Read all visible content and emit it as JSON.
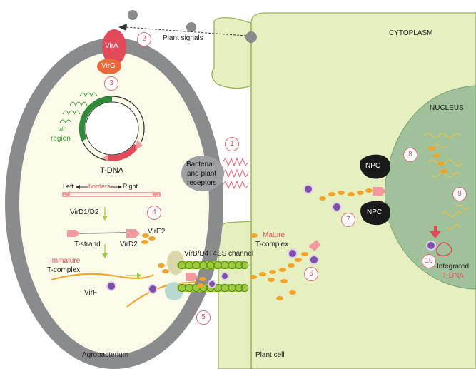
{
  "labels": {
    "plant_signals": "Plant signals",
    "cytoplasm": "CYTOPLASM",
    "nucleus": "NUCLEUS",
    "vira": "VirA",
    "virg": "VirG",
    "vir_region_1": "vir",
    "vir_region_2": "region",
    "tdna": "T-DNA",
    "border_left": "Left",
    "border_mid": "borders",
    "border_right": "Right",
    "vird1d2": "VirD1/D2",
    "tstrand": "T-strand",
    "vird2": "VirD2",
    "vire2": "VirE2",
    "immature_1": "Immature",
    "immature_2": "T-complex",
    "virf": "VirF",
    "channel": "VirB/D4T4SS channel",
    "receptors_1": "Bacterial",
    "receptors_2": "and plant",
    "receptors_3": "receptors",
    "mature_1": "Mature",
    "mature_2": "T-complex",
    "npc_top": "NPC",
    "npc_bottom": "NPC",
    "integrated_1": "Integrated",
    "integrated_2": "T-DNA",
    "agrobacterium": "Agrobacterium",
    "plant_cell": "Plant cell"
  },
  "steps": [
    "1",
    "2",
    "3",
    "4",
    "5",
    "6",
    "7",
    "8",
    "9",
    "10"
  ],
  "colors": {
    "cell_wall_gray": "#8a8b8d",
    "bacterium_interior": "#fcfae8",
    "plant_cell": "#e6efbf",
    "plant_outline": "#9bb25a",
    "nucleus": "#9fc29a",
    "vira_red": "#e24a5a",
    "virg_orange": "#e9683a",
    "protein_orange": "#f0a42a",
    "virf_purple": "#7f4fa8",
    "channel_green": "#9ccc3c",
    "npc_black": "#1a1a1a",
    "step_circle": "#e0707a"
  }
}
